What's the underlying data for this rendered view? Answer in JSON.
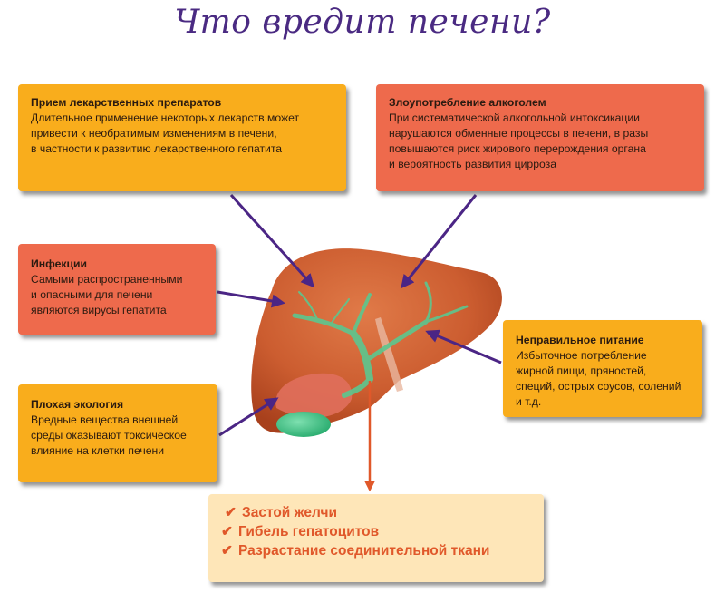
{
  "title": "Что вредит печени?",
  "colors": {
    "title": "#4a2a82",
    "orange_box": "#f9ad1c",
    "red_box": "#ee6a4c",
    "result_box": "#fee6b8",
    "result_text": "#e0582a",
    "arrow": "#4b2585",
    "liver": "#c9582e",
    "bile_ducts": "#5cc78f"
  },
  "factors": [
    {
      "id": "medications",
      "heading": "Прием лекарственных препаратов",
      "lines": [
        "Длительное применение некоторых лекарств может",
        "привести к необратимым изменениям в печени,",
        "в частности к развитию лекарственного гепатита"
      ]
    },
    {
      "id": "alcohol",
      "heading": "Злоупотребление алкоголем",
      "lines": [
        "При систематической алкогольной интоксикации",
        "нарушаются обменные процессы в печени, в разы",
        "повышаются риск жирового перерождения органа",
        "и вероятность развития цирроза"
      ]
    },
    {
      "id": "infections",
      "heading": "Инфекции",
      "lines": [
        "Самыми распространенными",
        "и опасными для печени",
        "являются вирусы гепатита"
      ]
    },
    {
      "id": "nutrition",
      "heading": "Неправильное питание",
      "lines": [
        "Избыточное потребление",
        "жирной пищи, пряностей,",
        "специй, острых соусов, солений",
        "и т.д."
      ]
    },
    {
      "id": "ecology",
      "heading": "Плохая экология",
      "lines": [
        "Вредные вещества внешней",
        "среды оказывают токсическое",
        "влияние на клетки печени"
      ]
    }
  ],
  "consequences": {
    "check_icon": "✔",
    "items": [
      "Застой желчи",
      "Гибель гепатоцитов",
      "Разрастание соединительной ткани"
    ]
  }
}
